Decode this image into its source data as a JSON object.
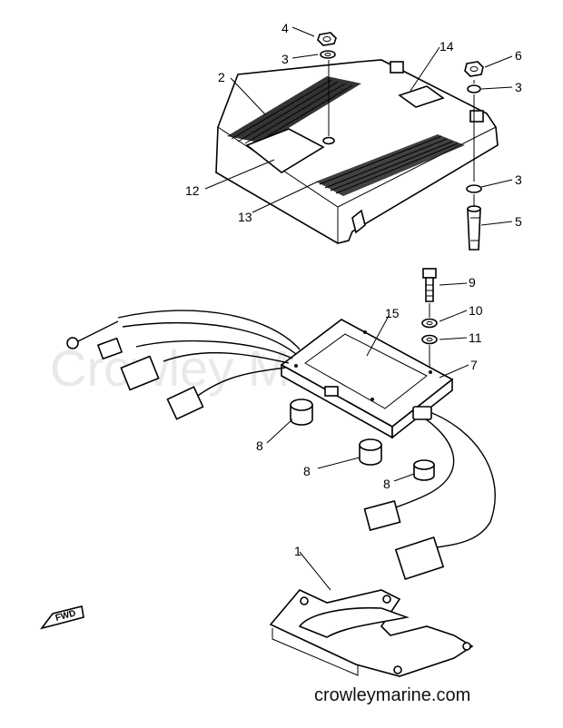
{
  "watermark": "Crowley Marine",
  "site_url": "crowleymarine.com",
  "fwd_label": "FWD",
  "callouts": {
    "c1": "1",
    "c2": "2",
    "c3a": "3",
    "c3b": "3",
    "c3c": "3",
    "c4": "4",
    "c5": "5",
    "c6": "6",
    "c7": "7",
    "c8a": "8",
    "c8b": "8",
    "c8c": "8",
    "c9": "9",
    "c10": "10",
    "c11": "11",
    "c12": "12",
    "c13": "13",
    "c14": "14",
    "c15": "15"
  }
}
